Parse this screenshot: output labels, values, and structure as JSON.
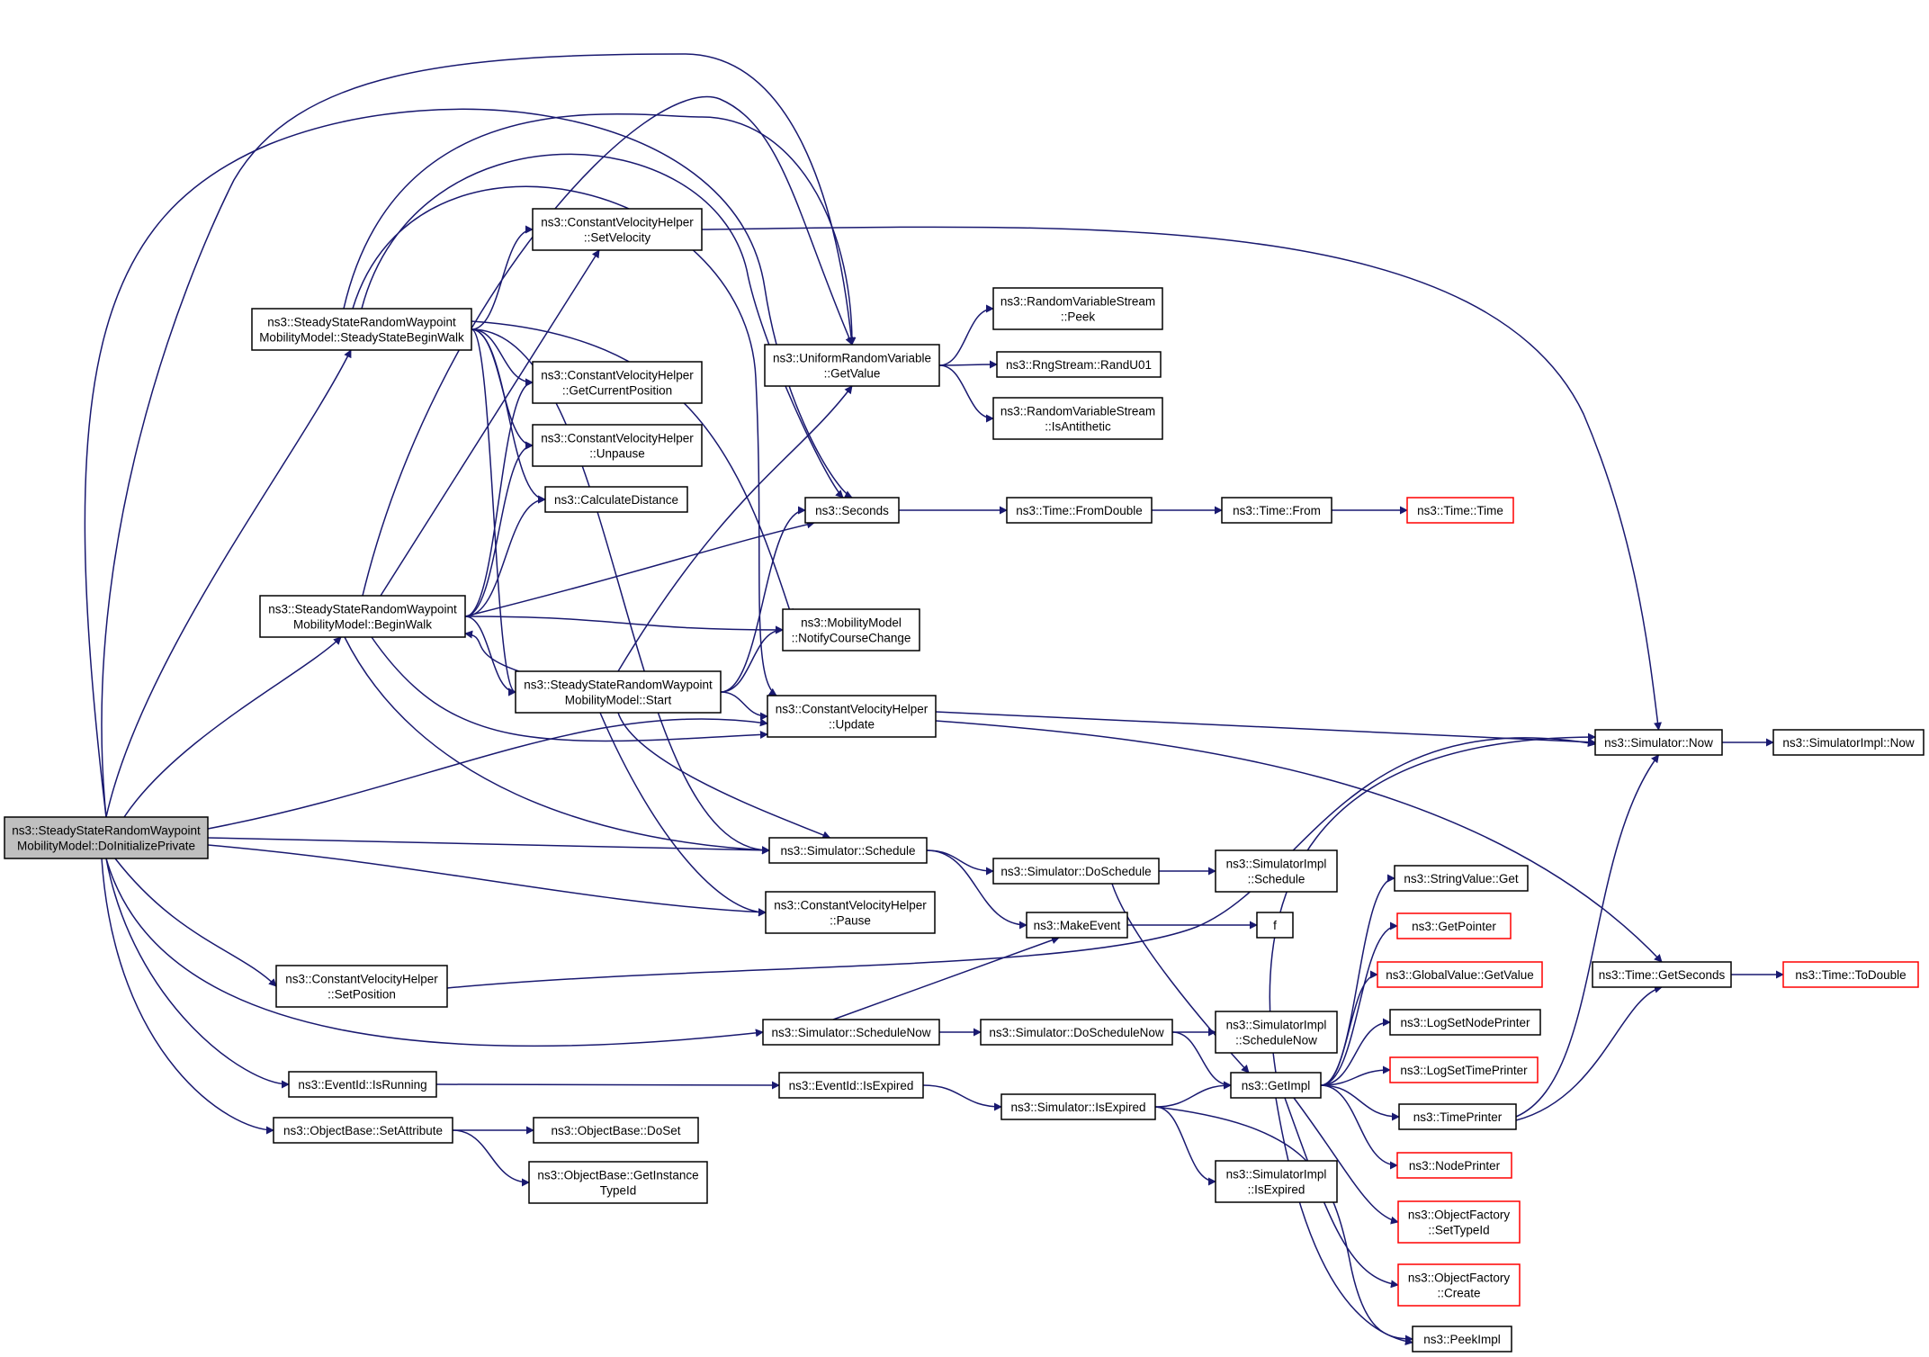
{
  "colors": {
    "edge": "#191970",
    "node_border": "#000000",
    "node_border_truncated": "#ff0000",
    "node_fill": "#ffffff",
    "root_fill": "#bfbfbf"
  },
  "nodes": [
    {
      "id": "root",
      "lines": [
        "ns3::SteadyStateRandomWaypoint",
        "MobilityModel::DoInitializePrivate"
      ],
      "style": "root"
    },
    {
      "id": "ssbw",
      "lines": [
        "ns3::SteadyStateRandomWaypoint",
        "MobilityModel::SteadyStateBeginWalk"
      ],
      "style": "normal"
    },
    {
      "id": "bw",
      "lines": [
        "ns3::SteadyStateRandomWaypoint",
        "MobilityModel::BeginWalk"
      ],
      "style": "normal"
    },
    {
      "id": "start",
      "lines": [
        "ns3::SteadyStateRandomWaypoint",
        "MobilityModel::Start"
      ],
      "style": "normal"
    },
    {
      "id": "setvel",
      "lines": [
        "ns3::ConstantVelocityHelper",
        "::SetVelocity"
      ],
      "style": "normal"
    },
    {
      "id": "getcur",
      "lines": [
        "ns3::ConstantVelocityHelper",
        "::GetCurrentPosition"
      ],
      "style": "normal"
    },
    {
      "id": "unpause",
      "lines": [
        "ns3::ConstantVelocityHelper",
        "::Unpause"
      ],
      "style": "normal"
    },
    {
      "id": "calcdist",
      "lines": [
        "ns3::CalculateDistance"
      ],
      "style": "normal"
    },
    {
      "id": "urv",
      "lines": [
        "ns3::UniformRandomVariable",
        "::GetValue"
      ],
      "style": "normal"
    },
    {
      "id": "seconds",
      "lines": [
        "ns3::Seconds"
      ],
      "style": "normal"
    },
    {
      "id": "notify",
      "lines": [
        "ns3::MobilityModel",
        "::NotifyCourseChange"
      ],
      "style": "normal"
    },
    {
      "id": "update",
      "lines": [
        "ns3::ConstantVelocityHelper",
        "::Update"
      ],
      "style": "normal"
    },
    {
      "id": "schedule",
      "lines": [
        "ns3::Simulator::Schedule"
      ],
      "style": "normal"
    },
    {
      "id": "pause",
      "lines": [
        "ns3::ConstantVelocityHelper",
        "::Pause"
      ],
      "style": "normal"
    },
    {
      "id": "setpos",
      "lines": [
        "ns3::ConstantVelocityHelper",
        "::SetPosition"
      ],
      "style": "normal"
    },
    {
      "id": "schednow",
      "lines": [
        "ns3::Simulator::ScheduleNow"
      ],
      "style": "normal"
    },
    {
      "id": "isrunning",
      "lines": [
        "ns3::EventId::IsRunning"
      ],
      "style": "normal"
    },
    {
      "id": "setattr",
      "lines": [
        "ns3::ObjectBase::SetAttribute"
      ],
      "style": "normal"
    },
    {
      "id": "doset",
      "lines": [
        "ns3::ObjectBase::DoSet"
      ],
      "style": "normal"
    },
    {
      "id": "getinst",
      "lines": [
        "ns3::ObjectBase::GetInstance",
        "TypeId"
      ],
      "style": "normal"
    },
    {
      "id": "peek",
      "lines": [
        "ns3::RandomVariableStream",
        "::Peek"
      ],
      "style": "normal"
    },
    {
      "id": "randu01",
      "lines": [
        "ns3::RngStream::RandU01"
      ],
      "style": "normal"
    },
    {
      "id": "isanti",
      "lines": [
        "ns3::RandomVariableStream",
        "::IsAntithetic"
      ],
      "style": "normal"
    },
    {
      "id": "fromdouble",
      "lines": [
        "ns3::Time::FromDouble"
      ],
      "style": "normal"
    },
    {
      "id": "from",
      "lines": [
        "ns3::Time::From"
      ],
      "style": "normal"
    },
    {
      "id": "time",
      "lines": [
        "ns3::Time::Time"
      ],
      "style": "truncated"
    },
    {
      "id": "now",
      "lines": [
        "ns3::Simulator::Now"
      ],
      "style": "normal"
    },
    {
      "id": "implnow",
      "lines": [
        "ns3::SimulatorImpl::Now"
      ],
      "style": "normal"
    },
    {
      "id": "doschedule",
      "lines": [
        "ns3::Simulator::DoSchedule"
      ],
      "style": "normal"
    },
    {
      "id": "implsched",
      "lines": [
        "ns3::SimulatorImpl",
        "::Schedule"
      ],
      "style": "normal"
    },
    {
      "id": "makeevent",
      "lines": [
        "ns3::MakeEvent"
      ],
      "style": "normal"
    },
    {
      "id": "f",
      "lines": [
        "f"
      ],
      "style": "normal"
    },
    {
      "id": "doschednow",
      "lines": [
        "ns3::Simulator::DoScheduleNow"
      ],
      "style": "normal"
    },
    {
      "id": "implschednow",
      "lines": [
        "ns3::SimulatorImpl",
        "::ScheduleNow"
      ],
      "style": "normal"
    },
    {
      "id": "isexpired",
      "lines": [
        "ns3::EventId::IsExpired"
      ],
      "style": "normal"
    },
    {
      "id": "simisexp",
      "lines": [
        "ns3::Simulator::IsExpired"
      ],
      "style": "normal"
    },
    {
      "id": "implisexp",
      "lines": [
        "ns3::SimulatorImpl",
        "::IsExpired"
      ],
      "style": "normal"
    },
    {
      "id": "getimpl",
      "lines": [
        "ns3::GetImpl"
      ],
      "style": "normal"
    },
    {
      "id": "strget",
      "lines": [
        "ns3::StringValue::Get"
      ],
      "style": "normal"
    },
    {
      "id": "getptr",
      "lines": [
        "ns3::GetPointer"
      ],
      "style": "truncated"
    },
    {
      "id": "gvget",
      "lines": [
        "ns3::GlobalValue::GetValue"
      ],
      "style": "truncated"
    },
    {
      "id": "lognode",
      "lines": [
        "ns3::LogSetNodePrinter"
      ],
      "style": "normal"
    },
    {
      "id": "logtime",
      "lines": [
        "ns3::LogSetTimePrinter"
      ],
      "style": "truncated"
    },
    {
      "id": "timeprinter",
      "lines": [
        "ns3::TimePrinter"
      ],
      "style": "normal"
    },
    {
      "id": "nodeprinter",
      "lines": [
        "ns3::NodePrinter"
      ],
      "style": "truncated"
    },
    {
      "id": "settypeid",
      "lines": [
        "ns3::ObjectFactory",
        "::SetTypeId"
      ],
      "style": "truncated"
    },
    {
      "id": "create",
      "lines": [
        "ns3::ObjectFactory",
        "::Create"
      ],
      "style": "truncated"
    },
    {
      "id": "peekimpl",
      "lines": [
        "ns3::PeekImpl"
      ],
      "style": "normal"
    },
    {
      "id": "getsec",
      "lines": [
        "ns3::Time::GetSeconds"
      ],
      "style": "normal"
    },
    {
      "id": "todouble",
      "lines": [
        "ns3::Time::ToDouble"
      ],
      "style": "truncated"
    }
  ],
  "edges": [
    [
      "root",
      "ssbw"
    ],
    [
      "root",
      "bw"
    ],
    [
      "root",
      "urv"
    ],
    [
      "root",
      "seconds"
    ],
    [
      "root",
      "update"
    ],
    [
      "root",
      "schedule"
    ],
    [
      "root",
      "pause"
    ],
    [
      "root",
      "setpos"
    ],
    [
      "root",
      "schednow"
    ],
    [
      "root",
      "isrunning"
    ],
    [
      "root",
      "setattr"
    ],
    [
      "ssbw",
      "setvel"
    ],
    [
      "ssbw",
      "getcur"
    ],
    [
      "ssbw",
      "unpause"
    ],
    [
      "ssbw",
      "calcdist"
    ],
    [
      "ssbw",
      "urv"
    ],
    [
      "ssbw",
      "seconds"
    ],
    [
      "ssbw",
      "notify"
    ],
    [
      "ssbw",
      "update"
    ],
    [
      "ssbw",
      "start"
    ],
    [
      "ssbw",
      "schedule"
    ],
    [
      "bw",
      "setvel"
    ],
    [
      "bw",
      "getcur"
    ],
    [
      "bw",
      "unpause"
    ],
    [
      "bw",
      "calcdist"
    ],
    [
      "bw",
      "urv"
    ],
    [
      "bw",
      "seconds"
    ],
    [
      "bw",
      "notify"
    ],
    [
      "bw",
      "update"
    ],
    [
      "bw",
      "start"
    ],
    [
      "bw",
      "schedule"
    ],
    [
      "start",
      "bw"
    ],
    [
      "start",
      "urv"
    ],
    [
      "start",
      "seconds"
    ],
    [
      "start",
      "notify"
    ],
    [
      "start",
      "update"
    ],
    [
      "start",
      "schedule"
    ],
    [
      "start",
      "pause"
    ],
    [
      "setvel",
      "now"
    ],
    [
      "urv",
      "peek"
    ],
    [
      "urv",
      "randu01"
    ],
    [
      "urv",
      "isanti"
    ],
    [
      "seconds",
      "fromdouble"
    ],
    [
      "fromdouble",
      "from"
    ],
    [
      "from",
      "time"
    ],
    [
      "update",
      "now"
    ],
    [
      "update",
      "getsec"
    ],
    [
      "now",
      "implnow"
    ],
    [
      "schedule",
      "doschedule"
    ],
    [
      "schedule",
      "makeevent"
    ],
    [
      "doschedule",
      "implsched"
    ],
    [
      "doschedule",
      "getimpl"
    ],
    [
      "makeevent",
      "f"
    ],
    [
      "setpos",
      "now"
    ],
    [
      "schednow",
      "makeevent"
    ],
    [
      "schednow",
      "doschednow"
    ],
    [
      "doschednow",
      "implschednow"
    ],
    [
      "doschednow",
      "getimpl"
    ],
    [
      "isrunning",
      "isexpired"
    ],
    [
      "isexpired",
      "simisexp"
    ],
    [
      "simisexp",
      "getimpl"
    ],
    [
      "simisexp",
      "implisexp"
    ],
    [
      "simisexp",
      "peekimpl"
    ],
    [
      "setattr",
      "doset"
    ],
    [
      "setattr",
      "getinst"
    ],
    [
      "getimpl",
      "now"
    ],
    [
      "getimpl",
      "strget"
    ],
    [
      "getimpl",
      "getptr"
    ],
    [
      "getimpl",
      "gvget"
    ],
    [
      "getimpl",
      "lognode"
    ],
    [
      "getimpl",
      "logtime"
    ],
    [
      "getimpl",
      "timeprinter"
    ],
    [
      "getimpl",
      "nodeprinter"
    ],
    [
      "getimpl",
      "settypeid"
    ],
    [
      "getimpl",
      "create"
    ],
    [
      "getimpl",
      "peekimpl"
    ],
    [
      "timeprinter",
      "now"
    ],
    [
      "timeprinter",
      "getsec"
    ],
    [
      "getsec",
      "todouble"
    ]
  ]
}
